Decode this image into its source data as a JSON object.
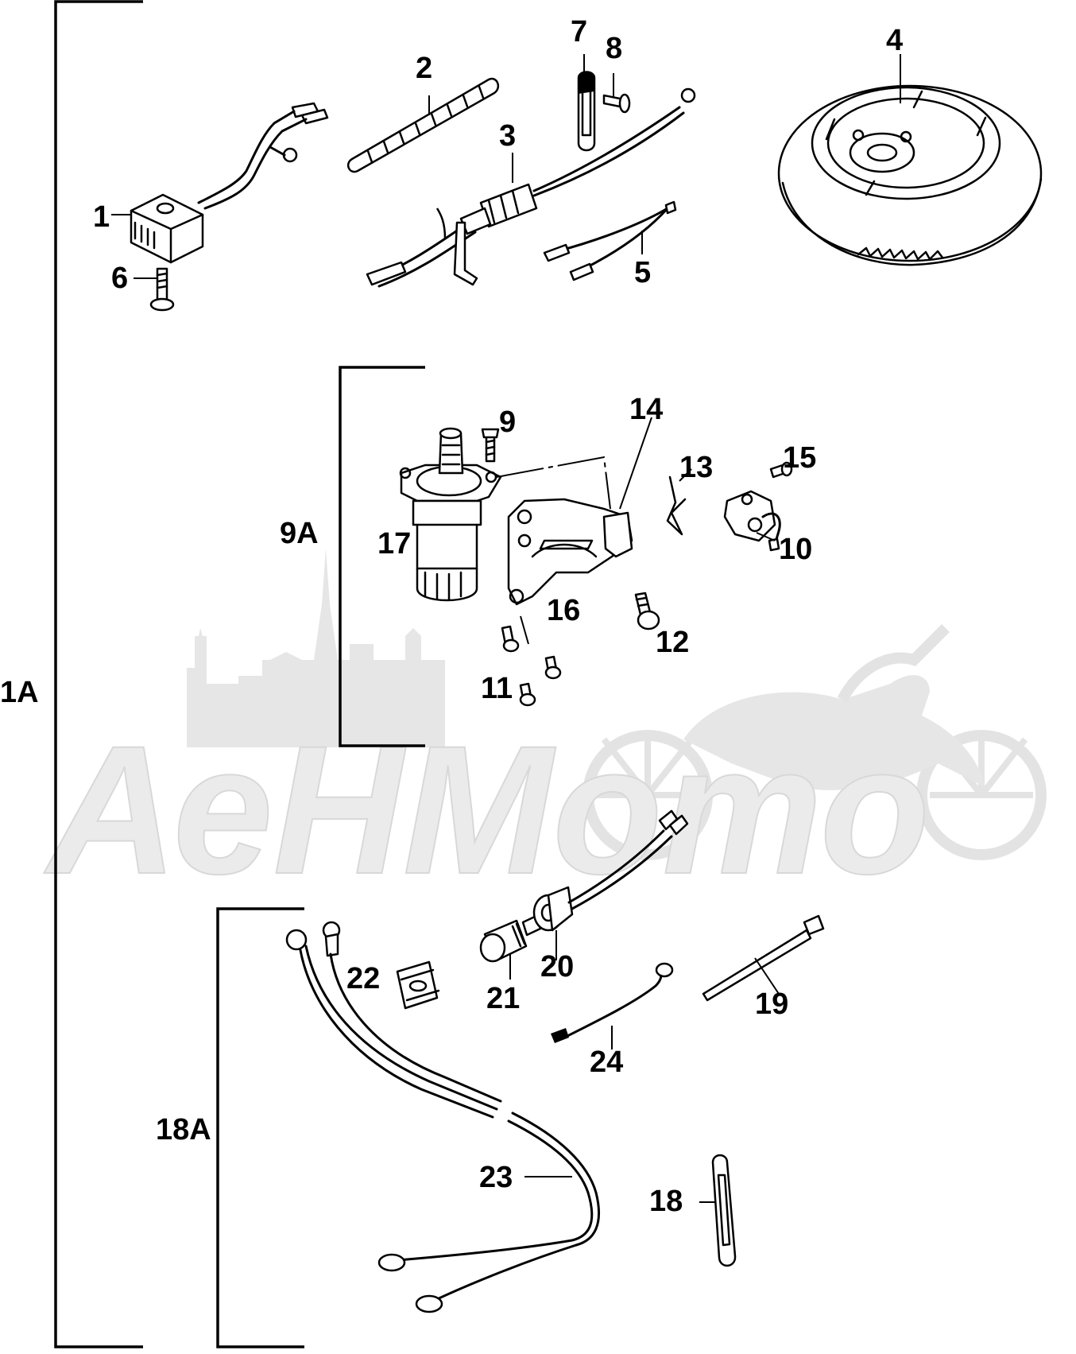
{
  "watermark": {
    "text": "АеНМото"
  },
  "groups": [
    {
      "id": "group-1A",
      "label": "1A"
    },
    {
      "id": "group-9A",
      "label": "9A"
    },
    {
      "id": "group-18A",
      "label": "18A"
    }
  ],
  "callouts": [
    {
      "id": "1",
      "label": "1",
      "part": "rectifier-block"
    },
    {
      "id": "2",
      "label": "2",
      "part": "wire-sleeve"
    },
    {
      "id": "3",
      "label": "3",
      "part": "ignition-coil-wire"
    },
    {
      "id": "4",
      "label": "4",
      "part": "flywheel"
    },
    {
      "id": "5",
      "label": "5",
      "part": "jumper-wire"
    },
    {
      "id": "6",
      "label": "6",
      "part": "screw"
    },
    {
      "id": "7",
      "label": "7",
      "part": "clip"
    },
    {
      "id": "8",
      "label": "8",
      "part": "screw"
    },
    {
      "id": "9",
      "label": "9",
      "part": "bolt"
    },
    {
      "id": "10",
      "label": "10",
      "part": "switch"
    },
    {
      "id": "11",
      "label": "11",
      "part": "screw"
    },
    {
      "id": "12",
      "label": "12",
      "part": "bolt"
    },
    {
      "id": "13",
      "label": "13",
      "part": "spring-clip"
    },
    {
      "id": "14",
      "label": "14",
      "part": "bracket-hole"
    },
    {
      "id": "15",
      "label": "15",
      "part": "screw"
    },
    {
      "id": "16",
      "label": "16",
      "part": "starter-bracket"
    },
    {
      "id": "17",
      "label": "17",
      "part": "starter-motor"
    },
    {
      "id": "18",
      "label": "18",
      "part": "strap"
    },
    {
      "id": "19",
      "label": "19",
      "part": "cable-tie"
    },
    {
      "id": "20",
      "label": "20",
      "part": "grommet"
    },
    {
      "id": "21",
      "label": "21",
      "part": "starter-switch"
    },
    {
      "id": "22",
      "label": "22",
      "part": "clamp"
    },
    {
      "id": "23",
      "label": "23",
      "part": "battery-cable"
    },
    {
      "id": "24",
      "label": "24",
      "part": "ground-wire"
    }
  ]
}
